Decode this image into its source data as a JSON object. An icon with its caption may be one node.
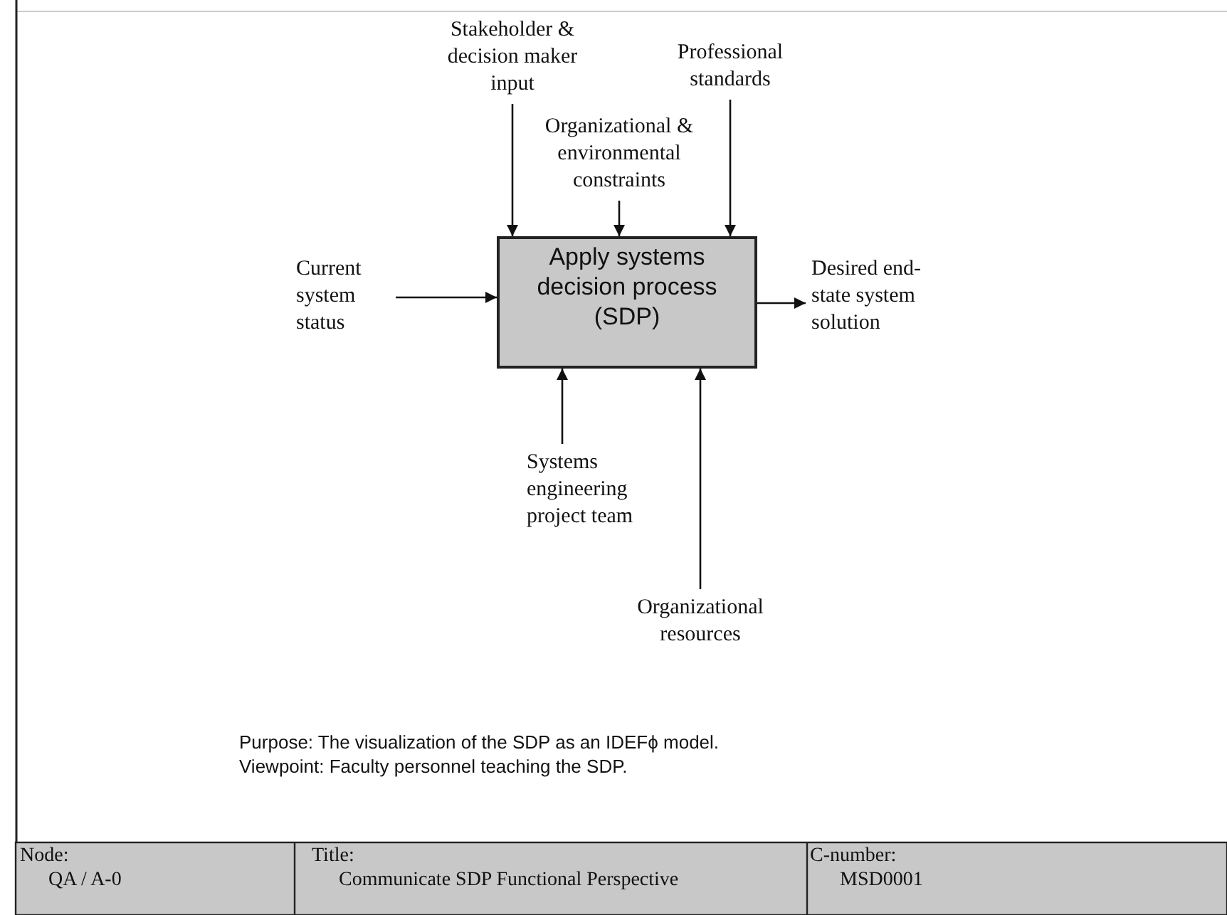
{
  "diagram": {
    "nodes": [
      {
        "text": [
          "Apply systems decision process (SDP)"
        ]
      },
      {
        "text": [
          "Current system status"
        ]
      },
      {
        "text": [
          "Stakeholder & decision maker input"
        ]
      },
      {
        "text": [
          "Organizational & environmental constraints"
        ]
      },
      {
        "text": [
          "Professional standards"
        ]
      },
      {
        "text": [
          "Desired end-state system solution"
        ]
      },
      {
        "text": [
          "Systems engineering project team"
        ]
      },
      {
        "text": [
          "Organizational resources"
        ]
      }
    ],
    "edges": [
      {
        "from": 1,
        "to": 0,
        "arrow": "to"
      },
      {
        "from": 2,
        "to": 0,
        "arrow": "to"
      },
      {
        "from": 3,
        "to": 0,
        "arrow": "to"
      },
      {
        "from": 4,
        "to": 0,
        "arrow": "to"
      },
      {
        "from": 0,
        "to": 5,
        "arrow": "to"
      },
      {
        "from": 6,
        "to": 0,
        "arrow": "to"
      },
      {
        "from": 7,
        "to": 0,
        "arrow": "to"
      }
    ],
    "labels": [
      "Purpose: The visualization of the SDP as an IDEFϕ model.",
      "Viewpoint: Faculty personnel teaching the SDP.",
      "Node:",
      "QA / A-0",
      "Title:",
      "Communicate SDP Functional Perspective",
      "C-number:",
      "MSD0001"
    ]
  }
}
